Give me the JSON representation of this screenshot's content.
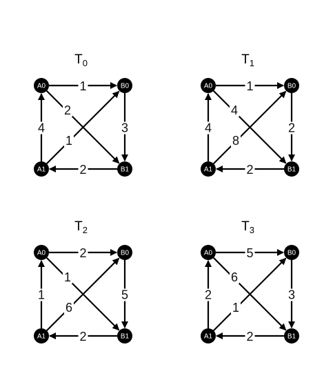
{
  "colors": {
    "node_fill": "#000000",
    "node_text": "#ffffff",
    "edge": "#000000",
    "text": "#111111"
  },
  "graphs": [
    {
      "title": {
        "base": "T",
        "sub": "0"
      },
      "nodes": [
        "A0",
        "B0",
        "B1",
        "A1"
      ],
      "edges": [
        {
          "from": "A0",
          "to": "B0",
          "label": "1"
        },
        {
          "from": "B0",
          "to": "B1",
          "label": "3"
        },
        {
          "from": "B1",
          "to": "A1",
          "label": "2"
        },
        {
          "from": "A1",
          "to": "A0",
          "label": "4"
        },
        {
          "from": "A0",
          "to": "B1",
          "label": "2"
        },
        {
          "from": "A1",
          "to": "B0",
          "label": "1"
        }
      ]
    },
    {
      "title": {
        "base": "T",
        "sub": "1"
      },
      "nodes": [
        "A0",
        "B0",
        "B1",
        "A1"
      ],
      "edges": [
        {
          "from": "A0",
          "to": "B0",
          "label": "1"
        },
        {
          "from": "B0",
          "to": "B1",
          "label": "2"
        },
        {
          "from": "B1",
          "to": "A1",
          "label": "2"
        },
        {
          "from": "A1",
          "to": "A0",
          "label": "4"
        },
        {
          "from": "A0",
          "to": "B1",
          "label": "4"
        },
        {
          "from": "A1",
          "to": "B0",
          "label": "8"
        }
      ]
    },
    {
      "title": {
        "base": "T",
        "sub": "2"
      },
      "nodes": [
        "A0",
        "B0",
        "B1",
        "A1"
      ],
      "edges": [
        {
          "from": "A0",
          "to": "B0",
          "label": "2"
        },
        {
          "from": "B0",
          "to": "B1",
          "label": "5"
        },
        {
          "from": "B1",
          "to": "A1",
          "label": "2"
        },
        {
          "from": "A1",
          "to": "A0",
          "label": "1"
        },
        {
          "from": "A0",
          "to": "B1",
          "label": "1"
        },
        {
          "from": "A1",
          "to": "B0",
          "label": "6"
        }
      ]
    },
    {
      "title": {
        "base": "T",
        "sub": "3"
      },
      "nodes": [
        "A0",
        "B0",
        "B1",
        "A1"
      ],
      "edges": [
        {
          "from": "A0",
          "to": "B0",
          "label": "5"
        },
        {
          "from": "B0",
          "to": "B1",
          "label": "3"
        },
        {
          "from": "B1",
          "to": "A1",
          "label": "2"
        },
        {
          "from": "A1",
          "to": "A0",
          "label": "2"
        },
        {
          "from": "A0",
          "to": "B1",
          "label": "6"
        },
        {
          "from": "A1",
          "to": "B0",
          "label": "1"
        }
      ]
    }
  ]
}
